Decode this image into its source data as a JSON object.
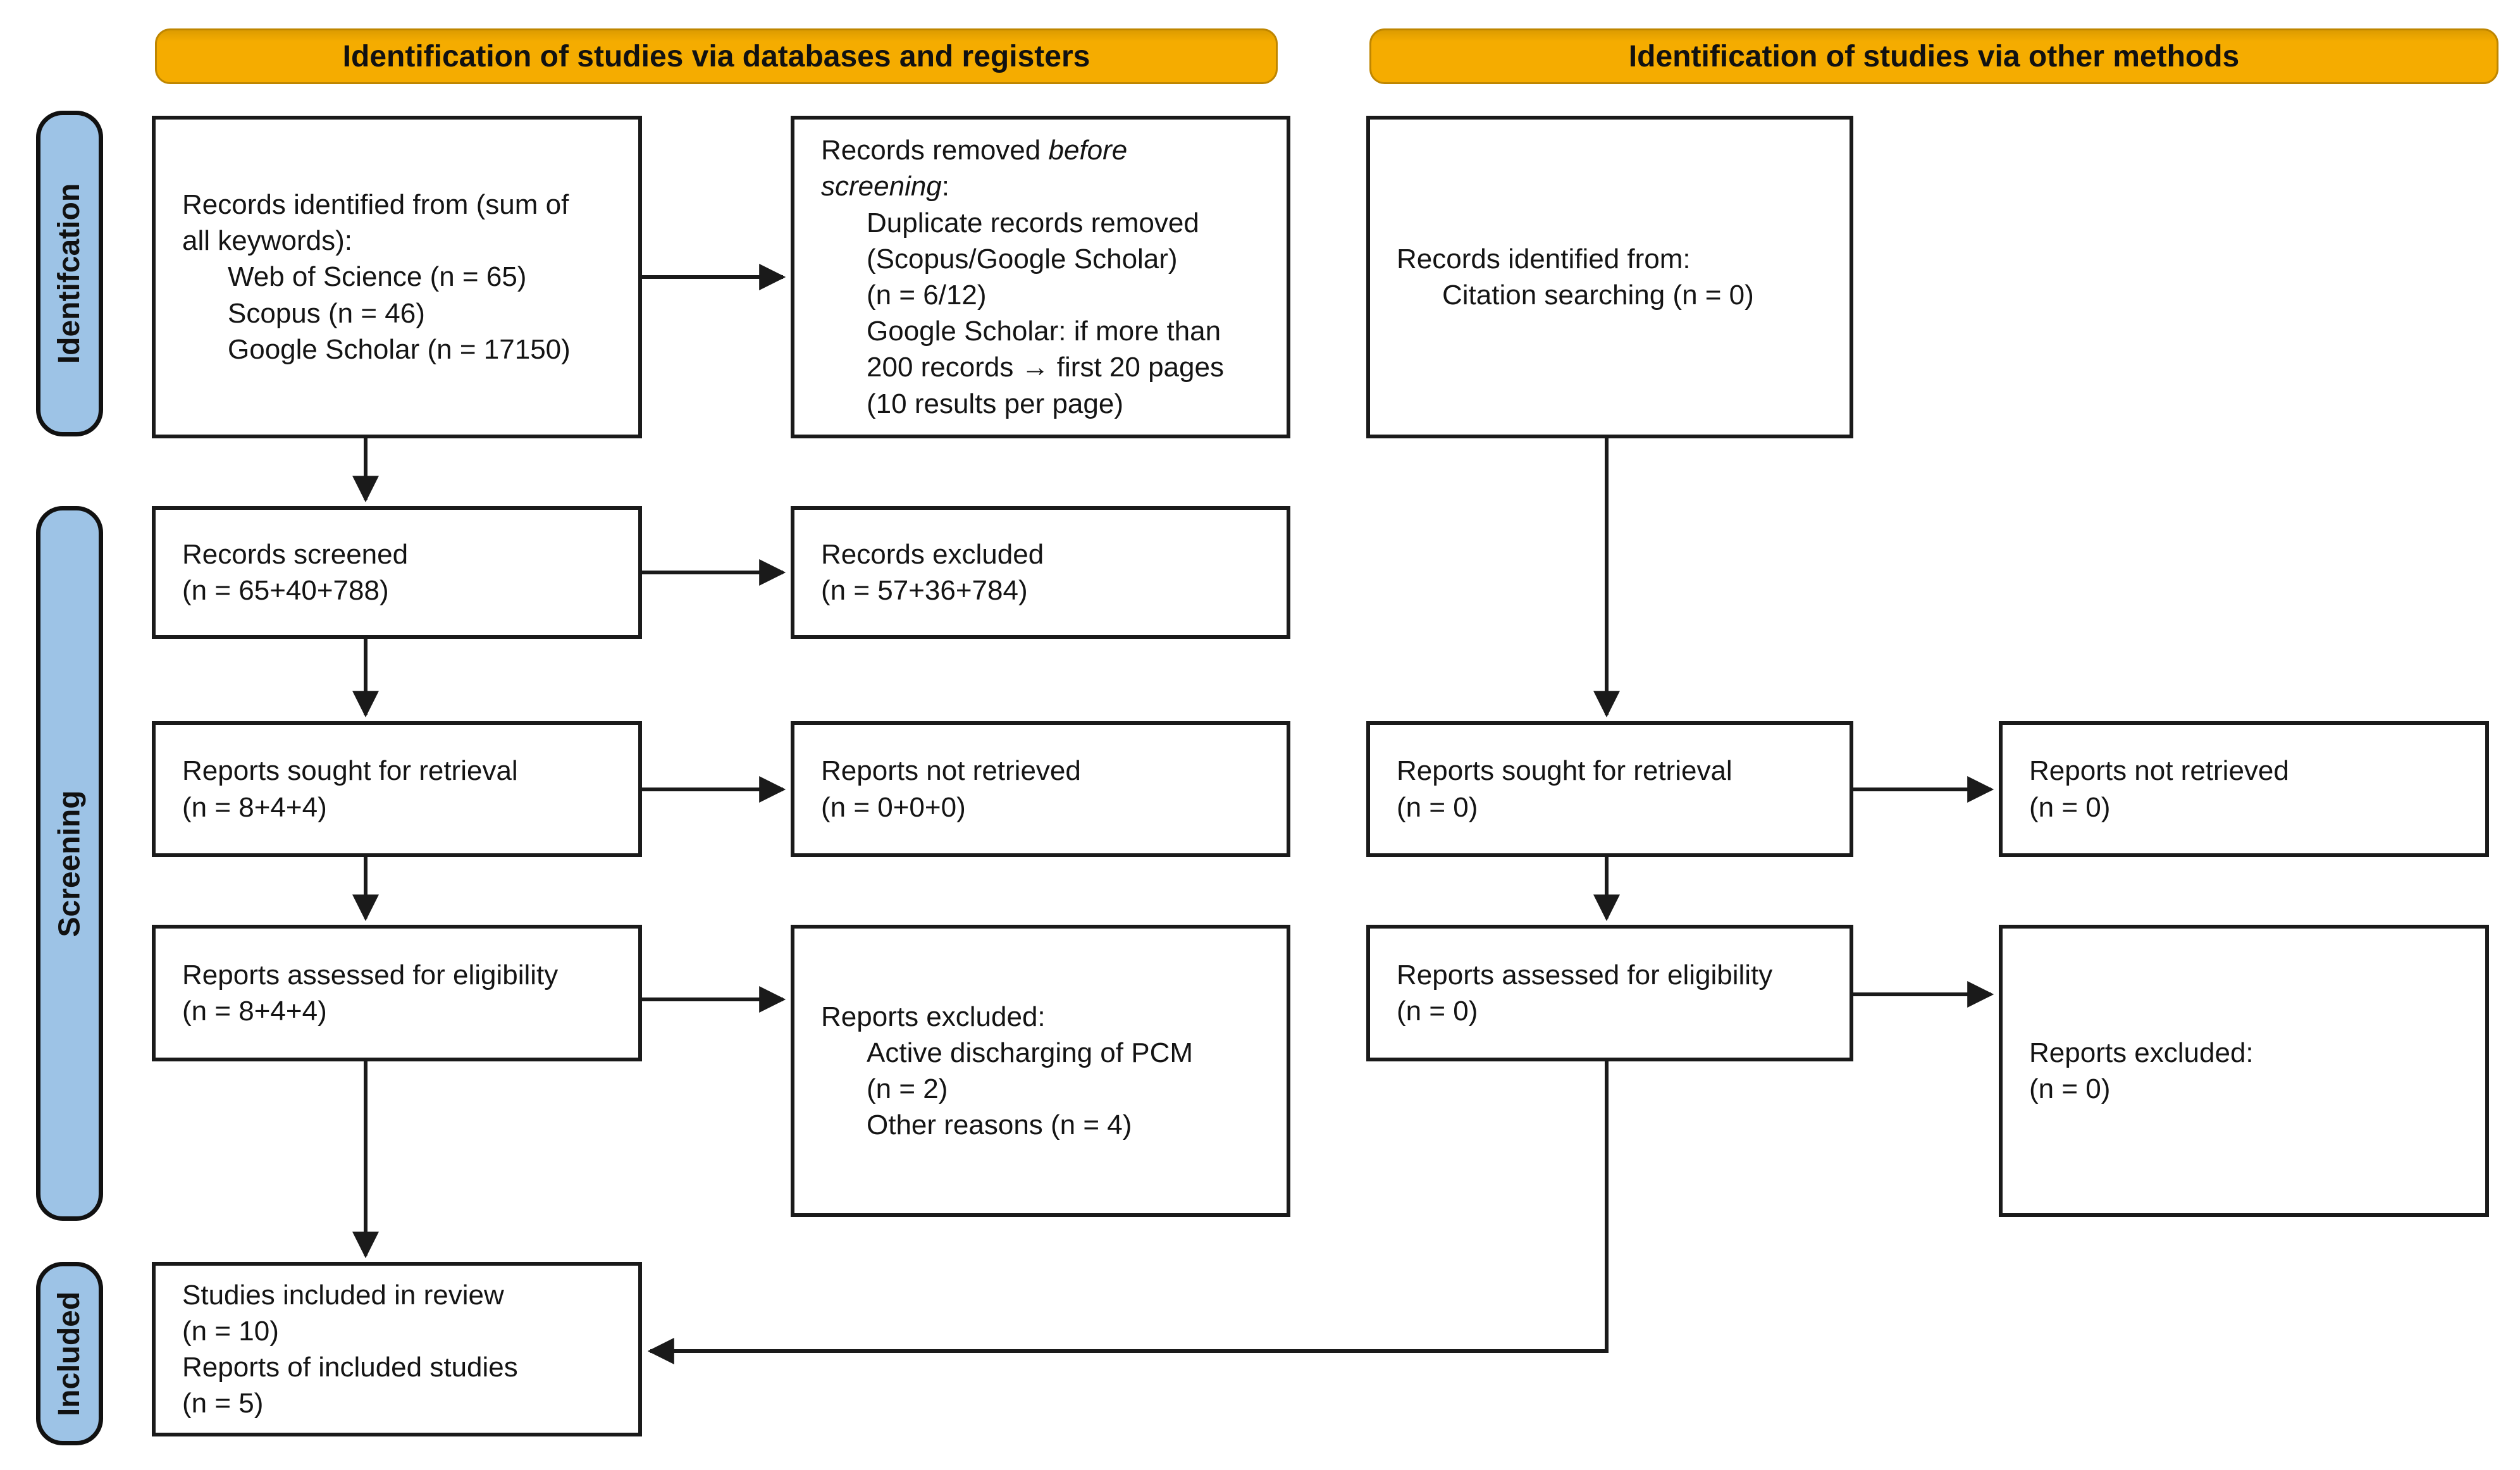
{
  "headers": {
    "databases": "Identification of studies via databases and registers",
    "other": "Identification of studies via other methods"
  },
  "sidebar": {
    "identification": "Identifcation",
    "screening": "Screening",
    "included": "Included"
  },
  "colors": {
    "header_bg": "#f5ac00",
    "sidebar_bg": "#9dc3e6",
    "box_border": "#1a1a1a",
    "arrow": "#1a1a1a"
  },
  "boxes": {
    "records_identified_db": {
      "line1": "Records identified from (sum of",
      "line2": "all keywords):",
      "item1": "Web of Science (n = 65)",
      "item2": "Scopus (n = 46)",
      "item3": "Google Scholar (n = 17150)"
    },
    "records_removed": {
      "pre_italic": "Records removed ",
      "italic1": "before",
      "italic2": "screening",
      "colon": ":",
      "item1": "Duplicate records removed",
      "item2": "(Scopus/Google Scholar)",
      "item3": "(n = 6/12)",
      "item4": "Google Scholar: if more than",
      "item5": "200 records → first 20 pages",
      "item6": "(10 results per page)"
    },
    "records_identified_other": {
      "line1": "Records identified from:",
      "item1": "Citation searching (n = 0)"
    },
    "records_screened": {
      "line1": "Records screened",
      "line2": "(n = 65+40+788)"
    },
    "records_excluded": {
      "line1": "Records excluded",
      "line2": "(n = 57+36+784)"
    },
    "reports_sought_db": {
      "line1": "Reports sought for retrieval",
      "line2": "(n = 8+4+4)"
    },
    "reports_not_retrieved_db": {
      "line1": "Reports not retrieved",
      "line2": "(n = 0+0+0)"
    },
    "reports_sought_other": {
      "line1": "Reports sought for retrieval",
      "line2": "(n = 0)"
    },
    "reports_not_retrieved_other": {
      "line1": "Reports not retrieved",
      "line2": "(n = 0)"
    },
    "reports_assessed_db": {
      "line1": "Reports assessed for eligibility",
      "line2": "(n = 8+4+4)"
    },
    "reports_excluded_db": {
      "line1": "Reports excluded:",
      "item1": "Active discharging of PCM",
      "item2": "(n = 2)",
      "item3": "Other reasons (n = 4)"
    },
    "reports_assessed_other": {
      "line1": "Reports assessed for eligibility",
      "line2": "(n = 0)"
    },
    "reports_excluded_other": {
      "line1": "Reports excluded:",
      "line2": "(n = 0)"
    },
    "studies_included": {
      "line1": "Studies included in review",
      "line2": "(n = 10)",
      "line3": "Reports of included studies",
      "line4": "(n = 5)"
    }
  }
}
